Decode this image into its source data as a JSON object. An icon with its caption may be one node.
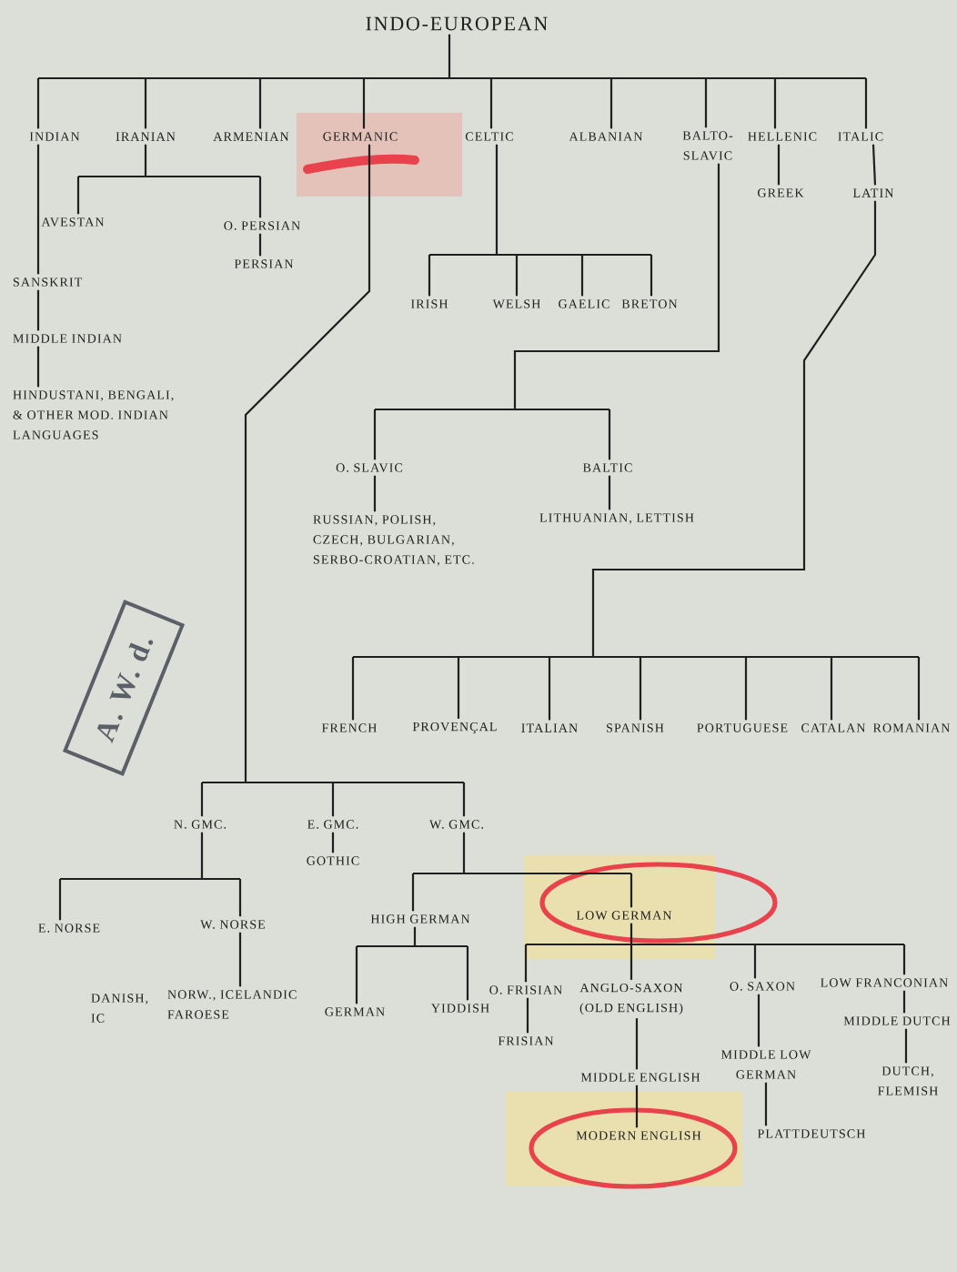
{
  "diagram": {
    "nodes": [
      {
        "text": [
          "INDO-EUROPEAN"
        ]
      },
      {
        "text": [
          "INDIAN"
        ]
      },
      {
        "text": [
          "IRANIAN"
        ]
      },
      {
        "text": [
          "ARMENIAN"
        ]
      },
      {
        "text": [
          "GERMANIC"
        ]
      },
      {
        "text": [
          "CELTIC"
        ]
      },
      {
        "text": [
          "ALBANIAN"
        ]
      },
      {
        "text": [
          "BALTO-SLAVIC"
        ]
      },
      {
        "text": [
          "HELLENIC"
        ]
      },
      {
        "text": [
          "ITALIC"
        ]
      },
      {
        "text": [
          "GREEK"
        ]
      },
      {
        "text": [
          "LATIN"
        ]
      },
      {
        "text": [
          "AVESTAN"
        ]
      },
      {
        "text": [
          "O. PERSIAN"
        ]
      },
      {
        "text": [
          "PERSIAN"
        ]
      },
      {
        "text": [
          "SANSKRIT"
        ]
      },
      {
        "text": [
          "IRISH"
        ]
      },
      {
        "text": [
          "WELSH"
        ]
      },
      {
        "text": [
          "GAELIC"
        ]
      },
      {
        "text": [
          "BRETON"
        ]
      },
      {
        "text": [
          "MIDDLE INDIAN"
        ]
      },
      {
        "text": [
          "HINDUSTANI, BENGALI, & OTHER MOD. INDIAN LANGUAGES"
        ]
      },
      {
        "text": [
          "O. SLAVIC"
        ]
      },
      {
        "text": [
          "BALTIC"
        ]
      },
      {
        "text": [
          "LITHUANIAN, LETTISH"
        ]
      },
      {
        "text": [
          "RUSSIAN, POLISH, CZECH, BULGARIAN, SERBO-CROATIAN, ETC."
        ]
      },
      {
        "text": [
          "FRENCH"
        ]
      },
      {
        "text": [
          "PROVENÇAL"
        ]
      },
      {
        "text": [
          "ITALIAN"
        ]
      },
      {
        "text": [
          "SPANISH"
        ]
      },
      {
        "text": [
          "PORTUGUESE"
        ]
      },
      {
        "text": [
          "CATALAN"
        ]
      },
      {
        "text": [
          "ROMANIAN"
        ]
      },
      {
        "text": [
          "N. GMC."
        ]
      },
      {
        "text": [
          "E. GMC."
        ]
      },
      {
        "text": [
          "W. GMC."
        ]
      },
      {
        "text": [
          "GOTHIC"
        ]
      },
      {
        "text": [
          "E. NORSE"
        ]
      },
      {
        "text": [
          "W. NORSE"
        ]
      },
      {
        "text": [
          "HIGH GERMAN"
        ]
      },
      {
        "text": [
          "LOW GERMAN"
        ]
      },
      {
        "text": [
          "NORW., ICELANDIC FAROESE"
        ]
      },
      {
        "text": [
          "GERMAN"
        ]
      },
      {
        "text": [
          "YIDDISH"
        ]
      },
      {
        "text": [
          "O. FRISIAN"
        ]
      },
      {
        "text": [
          "ANGLO-SAXON (OLD ENGLISH)"
        ]
      },
      {
        "text": [
          "O. SAXON"
        ]
      },
      {
        "text": [
          "LOW FRANCONIAN"
        ]
      },
      {
        "text": [
          "FRISIAN"
        ]
      },
      {
        "text": [
          "MIDDLE DUTCH"
        ]
      },
      {
        "text": [
          "MIDDLE ENGLISH"
        ]
      },
      {
        "text": [
          "MIDDLE LOW GERMAN"
        ]
      },
      {
        "text": [
          "DUTCH, FLEMISH"
        ]
      },
      {
        "text": [
          "MODERN ENGLISH"
        ]
      },
      {
        "text": [
          "PLATTDEUTSCH"
        ]
      }
    ],
    "edges": [
      {
        "from": 0,
        "to": 1,
        "arrow": "none"
      },
      {
        "from": 0,
        "to": 2,
        "arrow": "none"
      },
      {
        "from": 0,
        "to": 3,
        "arrow": "none"
      },
      {
        "from": 0,
        "to": 4,
        "arrow": "none"
      },
      {
        "from": 0,
        "to": 5,
        "arrow": "none"
      },
      {
        "from": 0,
        "to": 6,
        "arrow": "none"
      },
      {
        "from": 0,
        "to": 7,
        "arrow": "none"
      },
      {
        "from": 0,
        "to": 8,
        "arrow": "none"
      },
      {
        "from": 0,
        "to": 9,
        "arrow": "none"
      },
      {
        "from": 1,
        "to": 15,
        "arrow": "none"
      },
      {
        "from": 2,
        "to": 12,
        "arrow": "none"
      },
      {
        "from": 2,
        "to": 13,
        "arrow": "none"
      },
      {
        "from": 13,
        "to": 14,
        "arrow": "none"
      },
      {
        "from": 15,
        "to": 20,
        "arrow": "none"
      },
      {
        "from": 20,
        "to": 21,
        "arrow": "none"
      },
      {
        "from": 5,
        "to": 16,
        "arrow": "none"
      },
      {
        "from": 5,
        "to": 17,
        "arrow": "none"
      },
      {
        "from": 5,
        "to": 18,
        "arrow": "none"
      },
      {
        "from": 5,
        "to": 19,
        "arrow": "none"
      },
      {
        "from": 7,
        "to": 22,
        "arrow": "none"
      },
      {
        "from": 7,
        "to": 23,
        "arrow": "none"
      },
      {
        "from": 8,
        "to": 10,
        "arrow": "none"
      },
      {
        "from": 9,
        "to": 11,
        "arrow": "none"
      },
      {
        "from": 22,
        "to": 25,
        "arrow": "none"
      },
      {
        "from": 23,
        "to": 24,
        "arrow": "none"
      },
      {
        "from": 11,
        "to": 26,
        "arrow": "none"
      },
      {
        "from": 11,
        "to": 27,
        "arrow": "none"
      },
      {
        "from": 11,
        "to": 28,
        "arrow": "none"
      },
      {
        "from": 11,
        "to": 29,
        "arrow": "none"
      },
      {
        "from": 11,
        "to": 30,
        "arrow": "none"
      },
      {
        "from": 11,
        "to": 31,
        "arrow": "none"
      },
      {
        "from": 11,
        "to": 32,
        "arrow": "none"
      },
      {
        "from": 4,
        "to": 33,
        "arrow": "none"
      },
      {
        "from": 4,
        "to": 34,
        "arrow": "none"
      },
      {
        "from": 4,
        "to": 35,
        "arrow": "none"
      },
      {
        "from": 33,
        "to": 37,
        "arrow": "none"
      },
      {
        "from": 33,
        "to": 38,
        "arrow": "none"
      },
      {
        "from": 34,
        "to": 36,
        "arrow": "none"
      },
      {
        "from": 35,
        "to": 39,
        "arrow": "none"
      },
      {
        "from": 35,
        "to": 40,
        "arrow": "none"
      },
      {
        "from": 38,
        "to": 41,
        "arrow": "none"
      },
      {
        "from": 39,
        "to": 42,
        "arrow": "none"
      },
      {
        "from": 39,
        "to": 43,
        "arrow": "none"
      },
      {
        "from": 40,
        "to": 44,
        "arrow": "none"
      },
      {
        "from": 40,
        "to": 45,
        "arrow": "none"
      },
      {
        "from": 40,
        "to": 46,
        "arrow": "none"
      },
      {
        "from": 40,
        "to": 47,
        "arrow": "none"
      },
      {
        "from": 44,
        "to": 48,
        "arrow": "none"
      },
      {
        "from": 45,
        "to": 50,
        "arrow": "none"
      },
      {
        "from": 46,
        "to": 51,
        "arrow": "none"
      },
      {
        "from": 47,
        "to": 49,
        "arrow": "none"
      },
      {
        "from": 49,
        "to": 52,
        "arrow": "none"
      },
      {
        "from": 50,
        "to": 53,
        "arrow": "none"
      },
      {
        "from": 51,
        "to": 54,
        "arrow": "none"
      }
    ],
    "labels": [
      "A. W. d.",
      "DANISH, IC"
    ]
  }
}
